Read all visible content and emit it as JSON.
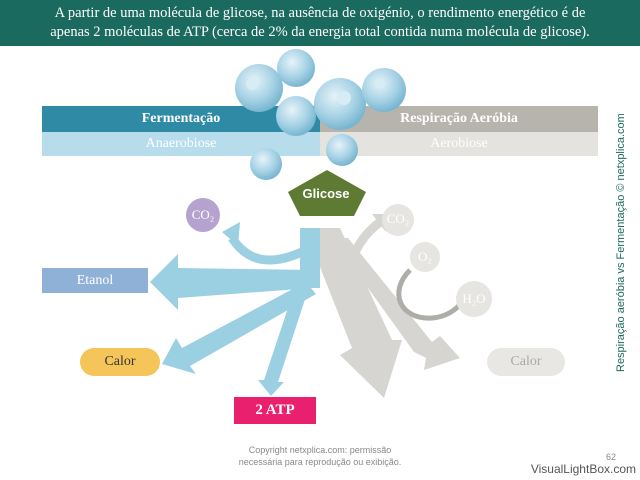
{
  "header": {
    "line1": "A partir de uma molécula de glicose, na ausência de oxigénio, o rendimento energético é de",
    "line2": "apenas 2 moléculas de ATP (cerca de 2% da energia total contida numa molécula de glicose)."
  },
  "bars": {
    "fermentacao": "Fermentação",
    "respiracao": "Respiração Aeróbia",
    "anaerobiose": "Anaerobiose",
    "aerobiose": "Aerobiose"
  },
  "nodes": {
    "glicose": "Glicose",
    "co2_left": "CO₂",
    "co2_right": "CO₂",
    "o2": "O₂",
    "h2o": "H₂O",
    "etanol": "Etanol",
    "calor_left": "Calor",
    "calor_right": "Calor",
    "atp": "2 ATP"
  },
  "side_text": "Respiração aeróbia vs Fermentação © netxplica.com",
  "footer": {
    "copyright_line1": "Copyright netxplica.com: permissão",
    "copyright_line2": "necessária para reprodução ou exibição.",
    "page": "62",
    "watermark": "VisualLightBox.com"
  },
  "colors": {
    "header_bg": "#1b6a5f",
    "fermentation_blue": "#2e8aa5",
    "flow_blue": "#9bcfe2",
    "flow_gray": "#d6d5d1",
    "glicose_green": "#5e7a33",
    "atp_pink": "#e8206e",
    "co2_purple": "#b6a2cf"
  }
}
